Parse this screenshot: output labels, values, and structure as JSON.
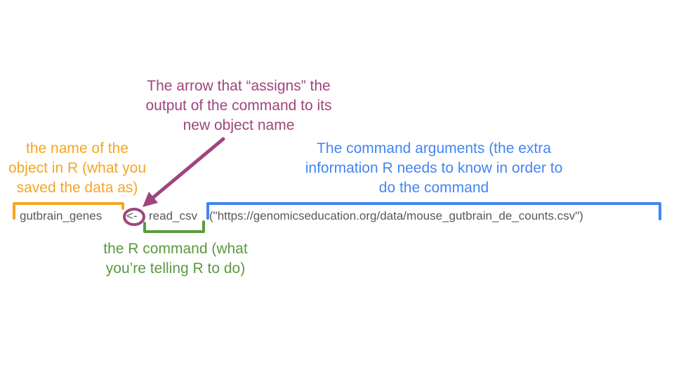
{
  "colors": {
    "object": "#f5a623",
    "arrow": "#a0457c",
    "args": "#4285f4",
    "command": "#5b9a3e",
    "code_text": "#595959"
  },
  "annotations": {
    "arrow": [
      "The arrow that “assigns” the",
      "output of the command to its",
      "new object name"
    ],
    "object": [
      "the name of the",
      "object in R (what you",
      "saved the data as)"
    ],
    "args": [
      "The command arguments (the extra",
      "information R needs to know in order to",
      "do the command"
    ],
    "command": [
      "the R command (what",
      "you’re telling R to do)"
    ]
  },
  "code": {
    "object_name": "gutbrain_genes",
    "assign_op": "<-",
    "function_name": "read_csv",
    "arguments": "(\"https://genomicseducation.org/data/mouse_gutbrain_de_counts.csv\")"
  }
}
